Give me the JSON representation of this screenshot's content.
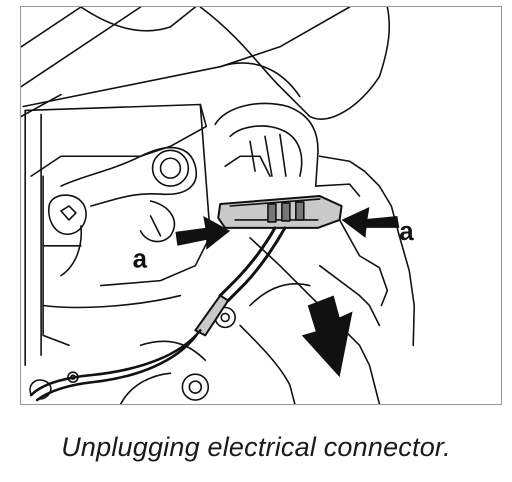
{
  "figure": {
    "callout_left": "a",
    "callout_right": "a",
    "icons": {
      "housing": "engine-housing-drawing",
      "connector": "electrical-connector",
      "arrow_left": "push-arrow-right-icon",
      "arrow_right": "push-arrow-left-icon",
      "arrow_down": "pull-arrow-down-icon"
    }
  },
  "caption": {
    "text": "Unplugging electrical connector."
  }
}
